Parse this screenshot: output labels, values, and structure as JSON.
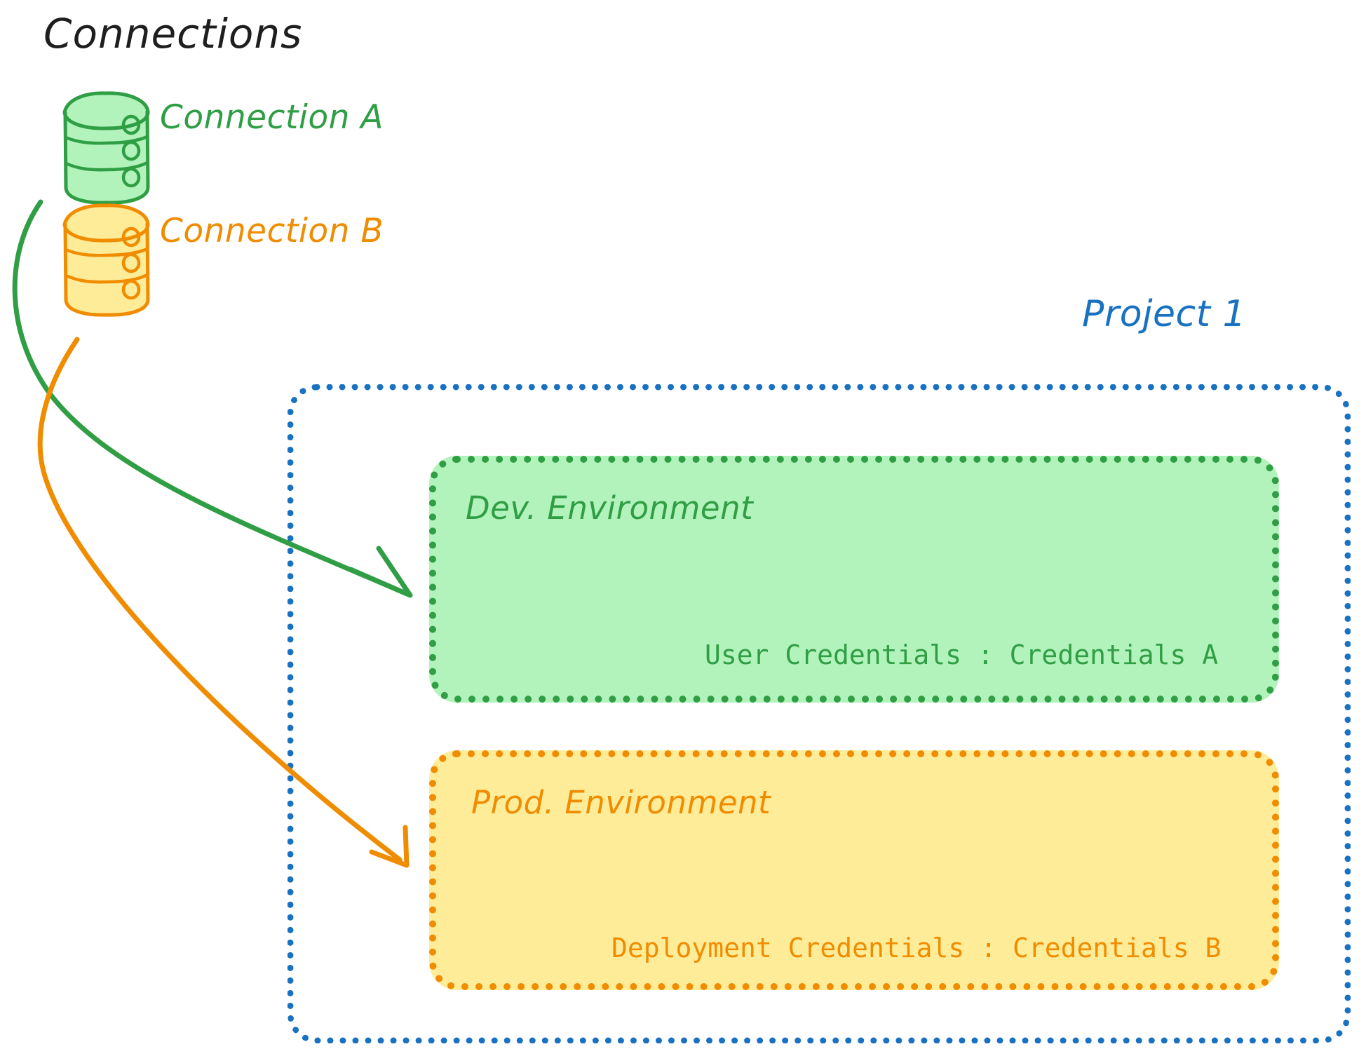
{
  "diagram": {
    "title": "Connections",
    "title_color": "#1e1e1e",
    "background": "#ffffff"
  },
  "connections": [
    {
      "id": "connection-a",
      "label": "Connection A",
      "icon": "database-icon",
      "stroke_color": "#2f9e44",
      "fill_color": "#b2f2bb",
      "targets": "dev-environment"
    },
    {
      "id": "connection-b",
      "label": "Connection B",
      "icon": "database-icon",
      "stroke_color": "#f08c00",
      "fill_color": "#ffec99",
      "targets": "prod-environment"
    }
  ],
  "project": {
    "label": "Project 1",
    "border_color": "#1971c2",
    "environments": [
      {
        "id": "dev-environment",
        "title": "Dev. Environment",
        "credential_label": "User Credentials",
        "credential_separator": ":",
        "credential_value": "Credentials A",
        "credential_line": "User Credentials : Credentials A",
        "border_color": "#2f9e44",
        "fill_color": "#b2f2bb",
        "text_color": "#2f9e44"
      },
      {
        "id": "prod-environment",
        "title": "Prod. Environment",
        "credential_label": "Deployment Credentials",
        "credential_separator": ":",
        "credential_value": "Credentials B",
        "credential_line": "Deployment Credentials : Credentials B",
        "border_color": "#f08c00",
        "fill_color": "#ffec99",
        "text_color": "#f08c00"
      }
    ]
  },
  "arrows": [
    {
      "id": "arrow-a-to-dev",
      "color": "#2f9e44",
      "from": "connection-a",
      "to": "dev-environment"
    },
    {
      "id": "arrow-b-to-prod",
      "color": "#f08c00",
      "from": "connection-b",
      "to": "prod-environment"
    }
  ]
}
